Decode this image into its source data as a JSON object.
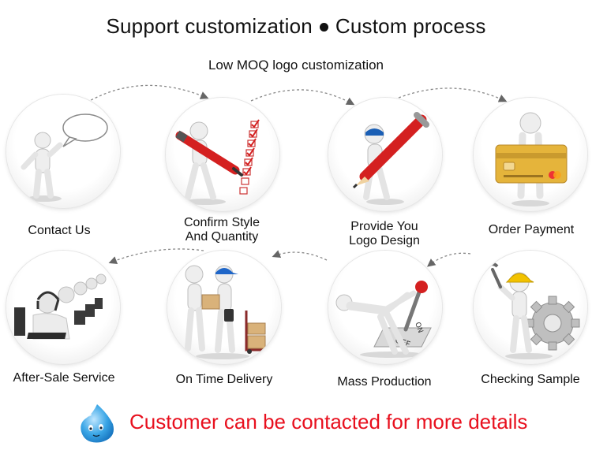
{
  "header": {
    "title_left": "Support customization",
    "title_right": "Custom process",
    "subtitle": "Low MOQ logo customization"
  },
  "steps": [
    {
      "label_1": "Contact Us",
      "label_2": ""
    },
    {
      "label_1": "Confirm Style",
      "label_2": "And Quantity"
    },
    {
      "label_1": "Provide You",
      "label_2": "Logo Design"
    },
    {
      "label_1": "Order Payment",
      "label_2": ""
    },
    {
      "label_1": "After-Sale Service",
      "label_2": ""
    },
    {
      "label_1": "On Time Delivery",
      "label_2": ""
    },
    {
      "label_1": "Mass Production",
      "label_2": ""
    },
    {
      "label_1": "Checking Sample",
      "label_2": ""
    }
  ],
  "footer": {
    "text": "Customer can be contacted for more details"
  },
  "icons": {
    "step_1": "speech-bubble-figure-icon",
    "step_2": "checklist-pen-figure-icon",
    "step_3": "pencil-figure-icon",
    "step_4": "credit-card-figure-icon",
    "step_5": "call-center-icon",
    "step_6": "delivery-figure-icon",
    "step_7": "switch-lever-figure-icon",
    "step_8": "gear-wrench-figure-icon",
    "footer": "water-drop-mascot-icon"
  },
  "colors": {
    "footer_text": "#e8101e",
    "card": "#e5b43b",
    "pen_red": "#d42020",
    "helmet_yellow": "#f2c200",
    "mascot_blue": "#3aa6e6"
  }
}
